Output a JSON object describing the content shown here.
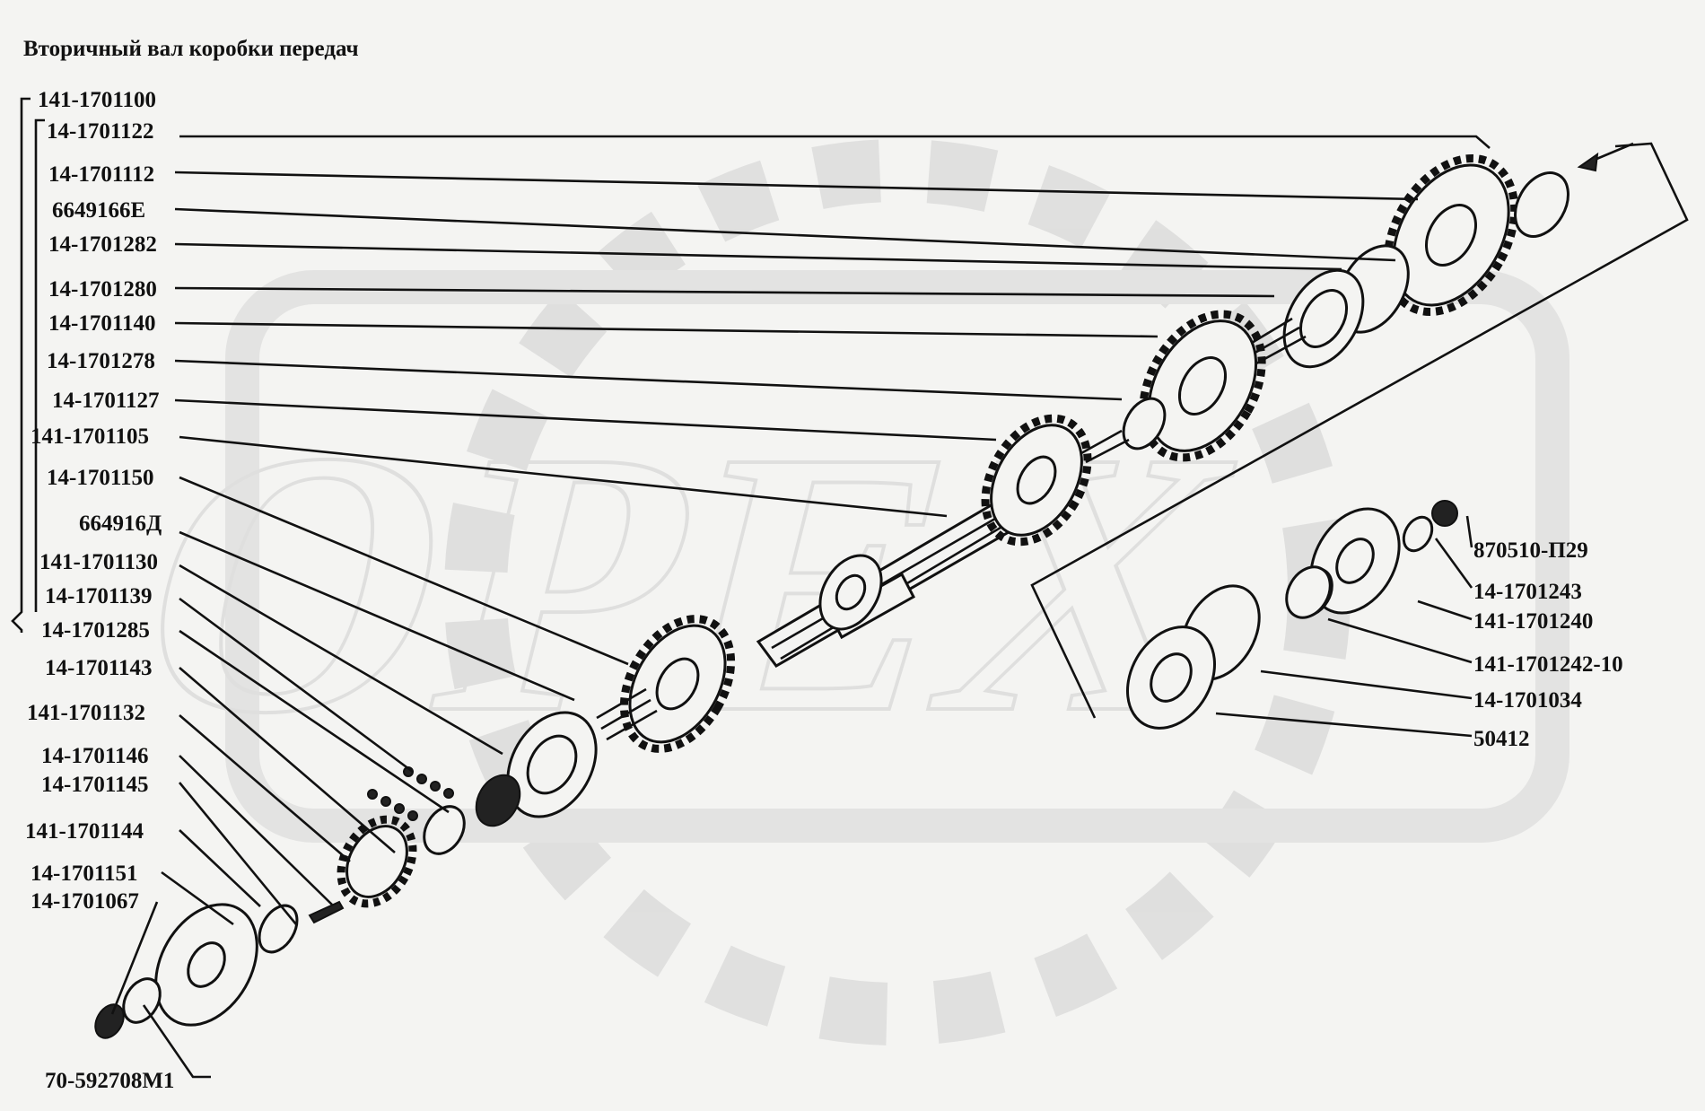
{
  "title": "Вторичный вал коробки передач",
  "watermark": "ОРЕХ",
  "colors": {
    "ink": "#111111",
    "paper": "#f4f4f2",
    "watermark": "#dcdcdc"
  },
  "group_label": "141-1701100",
  "left_labels": [
    "14-1701122",
    "14-1701112",
    "6649166Е",
    "14-1701282",
    "14-1701280",
    "14-1701140",
    "14-1701278",
    "14-1701127",
    "141-1701105",
    "14-1701150",
    "664916Д",
    "141-1701130",
    "14-1701139",
    "14-1701285",
    "14-1701143",
    "141-1701132",
    "14-1701146",
    "14-1701145",
    "141-1701144",
    "14-1701151",
    "14-1701067"
  ],
  "bottom_label": "70-592708М1",
  "right_labels": [
    "870510-П29",
    "14-1701243",
    "141-1701240",
    "141-1701242-10",
    "14-1701034",
    "50412"
  ]
}
